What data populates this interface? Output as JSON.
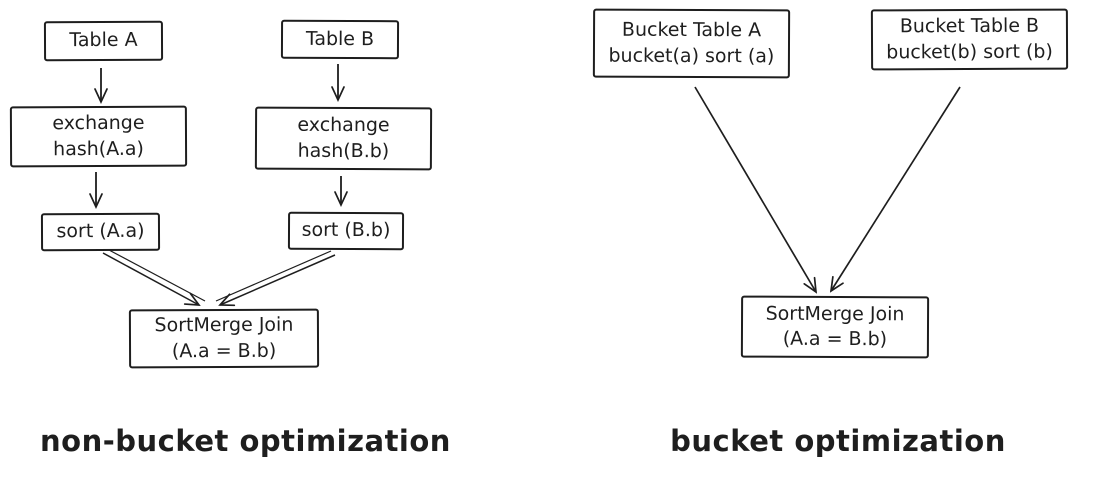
{
  "colors": {
    "stroke": "#1e1e1e",
    "canvas_background": "#ffffff"
  },
  "left_diagram": {
    "caption": "non-bucket optimization",
    "nodes": {
      "table_a": {
        "lines": [
          "Table A"
        ]
      },
      "table_b": {
        "lines": [
          "Table B"
        ]
      },
      "exchange_a": {
        "lines": [
          "exchange",
          "hash(A.a)"
        ]
      },
      "exchange_b": {
        "lines": [
          "exchange",
          "hash(B.b)"
        ]
      },
      "sort_a": {
        "lines": [
          "sort (A.a)"
        ]
      },
      "sort_b": {
        "lines": [
          "sort (B.b)"
        ]
      },
      "join": {
        "lines": [
          "SortMerge Join",
          "(A.a = B.b)"
        ]
      }
    }
  },
  "right_diagram": {
    "caption": "bucket optimization",
    "nodes": {
      "bucket_table_a": {
        "lines": [
          "Bucket Table A",
          "bucket(a) sort (a)"
        ]
      },
      "bucket_table_b": {
        "lines": [
          "Bucket Table B",
          "bucket(b) sort (b)"
        ]
      },
      "join": {
        "lines": [
          "SortMerge Join",
          "(A.a = B.b)"
        ]
      }
    }
  }
}
